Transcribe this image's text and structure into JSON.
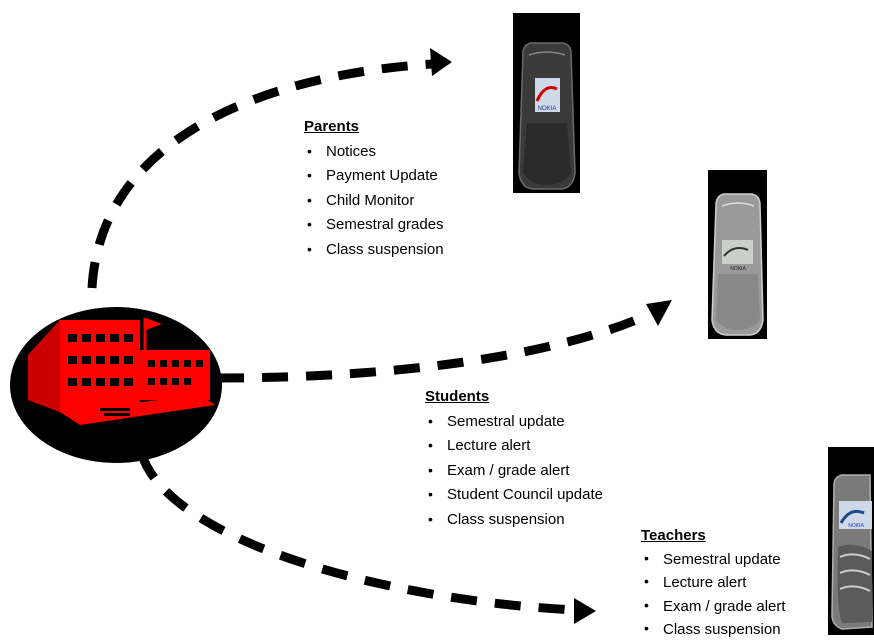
{
  "colors": {
    "school_red": "#ff0000",
    "school_black": "#000000",
    "arrow": "#000000"
  },
  "icons": {
    "school": "school-building-icon",
    "phone_parents": "mobile-phone-icon",
    "phone_students": "mobile-phone-icon",
    "phone_teachers": "mobile-phone-icon"
  },
  "phone_brand": "NOKIA",
  "groups": {
    "parents": {
      "title": "Parents",
      "items": [
        "Notices",
        "Payment Update",
        "Child Monitor",
        "Semestral grades",
        "Class suspension"
      ]
    },
    "students": {
      "title": "Students",
      "items": [
        "Semestral update",
        "Lecture alert",
        "Exam / grade alert",
        "Student Council update",
        "Class suspension"
      ]
    },
    "teachers": {
      "title": "Teachers",
      "items": [
        "Semestral update",
        "Lecture alert",
        "Exam / grade alert",
        "Class suspension"
      ]
    }
  }
}
